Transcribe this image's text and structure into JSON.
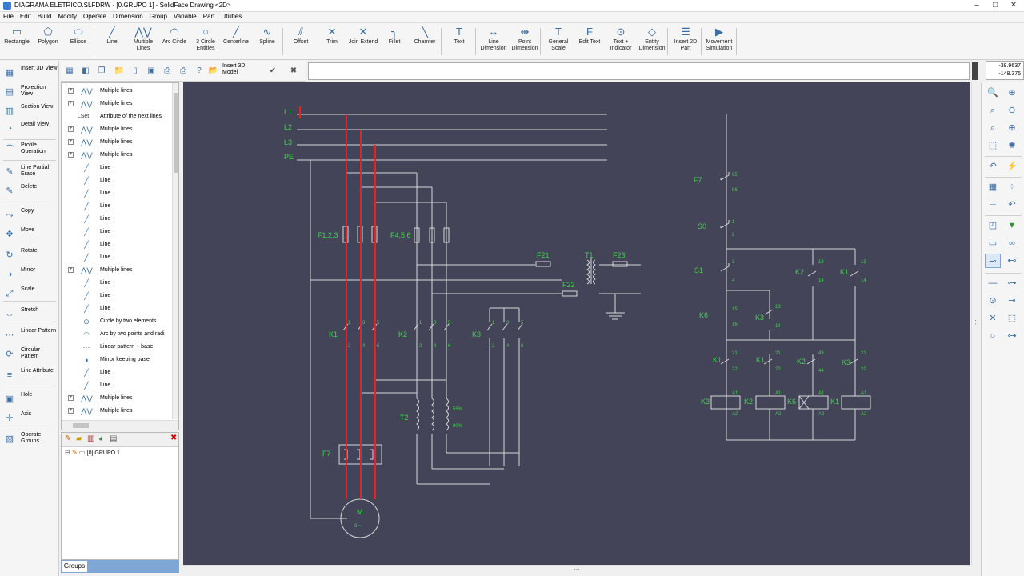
{
  "window": {
    "title": "DIAGRAMA ELETRICO.SLFDRW - [0.GRUPO 1] - SolidFace Drawing <2D>"
  },
  "menu": [
    "File",
    "Edit",
    "Build",
    "Modify",
    "Operate",
    "Dimension",
    "Group",
    "Variable",
    "Part",
    "Utilities"
  ],
  "toolbar": [
    {
      "label": "Rectangle",
      "icon": "rectangle-icon",
      "glyph": "▭"
    },
    {
      "label": "Polygon",
      "icon": "polygon-icon",
      "glyph": "⬠"
    },
    {
      "label": "Ellipse",
      "icon": "ellipse-icon",
      "glyph": "⬭"
    },
    {
      "label": "Line",
      "icon": "line-icon",
      "glyph": "╱"
    },
    {
      "label": "Multiple Lines",
      "icon": "multiple-lines-icon",
      "glyph": "⋀⋁"
    },
    {
      "label": "Arc Circle",
      "icon": "arc-circle-icon",
      "glyph": "◠"
    },
    {
      "label": "3 Circle Entities",
      "icon": "three-circle-icon",
      "glyph": "○"
    },
    {
      "label": "Centerline",
      "icon": "centerline-icon",
      "glyph": "╱"
    },
    {
      "label": "Spline",
      "icon": "spline-icon",
      "glyph": "∿"
    },
    {
      "label": "Offset",
      "icon": "offset-icon",
      "glyph": "⫽"
    },
    {
      "label": "Trim",
      "icon": "trim-icon",
      "glyph": "✕"
    },
    {
      "label": "Join Extend",
      "icon": "join-extend-icon",
      "glyph": "✕"
    },
    {
      "label": "Fillet",
      "icon": "fillet-icon",
      "glyph": "╮"
    },
    {
      "label": "Chamfer",
      "icon": "chamfer-icon",
      "glyph": "╲"
    },
    {
      "label": "Text",
      "icon": "text-icon",
      "glyph": "T"
    },
    {
      "label": "Line Dimension",
      "icon": "line-dimension-icon",
      "glyph": "↔"
    },
    {
      "label": "Point Dimension",
      "icon": "point-dimension-icon",
      "glyph": "⇹"
    },
    {
      "label": "General Scale",
      "icon": "general-scale-icon",
      "glyph": "T"
    },
    {
      "label": "Edit Text",
      "icon": "edit-text-icon",
      "glyph": "F"
    },
    {
      "label": "Text + Indicator",
      "icon": "text-indicator-icon",
      "glyph": "⊙"
    },
    {
      "label": "Entity Dimension",
      "icon": "entity-dimension-icon",
      "glyph": "◇"
    },
    {
      "label": "Insert 2D Part",
      "icon": "insert-2d-part-icon",
      "glyph": "☰"
    },
    {
      "label": "Movement Simulation",
      "icon": "movement-simulation-icon",
      "glyph": "▶"
    }
  ],
  "left_tools": [
    {
      "label": "Insert 3D View",
      "icon": "insert-3d-view-icon",
      "glyph": "▦"
    },
    {
      "label": "Projection View",
      "icon": "projection-view-icon",
      "glyph": "▤"
    },
    {
      "label": "Section View",
      "icon": "section-view-icon",
      "glyph": "▥"
    },
    {
      "label": "Detail View",
      "icon": "detail-view-icon",
      "glyph": "◔"
    },
    {
      "label": "Profile Operation",
      "icon": "profile-operation-icon",
      "glyph": "⌒"
    },
    {
      "label": "Line Partial Erase",
      "icon": "line-partial-erase-icon",
      "glyph": "✎"
    },
    {
      "label": "Delete",
      "icon": "delete-icon",
      "glyph": "✎"
    },
    {
      "label": "Copy",
      "icon": "copy-icon",
      "glyph": "⤳"
    },
    {
      "label": "Move",
      "icon": "move-icon",
      "glyph": "✥"
    },
    {
      "label": "Rotate",
      "icon": "rotate-icon",
      "glyph": "↻"
    },
    {
      "label": "Mirror",
      "icon": "mirror-icon",
      "glyph": "◑"
    },
    {
      "label": "Scale",
      "icon": "scale-icon",
      "glyph": "⤢"
    },
    {
      "label": "Stretch",
      "icon": "stretch-icon",
      "glyph": "⇔"
    },
    {
      "label": "Linear Pattern",
      "icon": "linear-pattern-icon",
      "glyph": "⋯"
    },
    {
      "label": "Circular Pattern",
      "icon": "circular-pattern-icon",
      "glyph": "⟳"
    },
    {
      "label": "Line Attribute",
      "icon": "line-attribute-icon",
      "glyph": "≡"
    },
    {
      "label": "Hole",
      "icon": "hole-icon",
      "glyph": "▣"
    },
    {
      "label": "Axis",
      "icon": "axis-icon",
      "glyph": "✛"
    },
    {
      "label": "Operate Groups",
      "icon": "operate-groups-icon",
      "glyph": "▧"
    }
  ],
  "secondary_toolbar": {
    "insert_3d_model": "Insert 3D Model"
  },
  "tree": [
    {
      "exp": true,
      "icon": "multiple-lines-icon",
      "glyph": "⋀⋁",
      "label": "Multiple lines"
    },
    {
      "exp": true,
      "icon": "multiple-lines-icon",
      "glyph": "⋀⋁",
      "label": "Multiple lines"
    },
    {
      "exp": false,
      "icon": "lset-icon",
      "glyph": "LSet",
      "label": "Attribute of the next lines"
    },
    {
      "exp": true,
      "icon": "multiple-lines-icon",
      "glyph": "⋀⋁",
      "label": "Multiple lines"
    },
    {
      "exp": true,
      "icon": "multiple-lines-icon",
      "glyph": "⋀⋁",
      "label": "Multiple lines"
    },
    {
      "exp": true,
      "icon": "multiple-lines-icon",
      "glyph": "⋀⋁",
      "label": "Multiple lines"
    },
    {
      "exp": false,
      "icon": "line-icon",
      "glyph": "╱",
      "label": "Line"
    },
    {
      "exp": false,
      "icon": "line-icon",
      "glyph": "╱",
      "label": "Line"
    },
    {
      "exp": false,
      "icon": "line-icon",
      "glyph": "╱",
      "label": "Line"
    },
    {
      "exp": false,
      "icon": "line-icon",
      "glyph": "╱",
      "label": "Line"
    },
    {
      "exp": false,
      "icon": "line-icon",
      "glyph": "╱",
      "label": "Line"
    },
    {
      "exp": false,
      "icon": "line-icon",
      "glyph": "╱",
      "label": "Line"
    },
    {
      "exp": false,
      "icon": "line-icon",
      "glyph": "╱",
      "label": "Line"
    },
    {
      "exp": false,
      "icon": "line-icon",
      "glyph": "╱",
      "label": "Line"
    },
    {
      "exp": true,
      "icon": "multiple-lines-icon",
      "glyph": "⋀⋁",
      "label": "Multiple lines"
    },
    {
      "exp": false,
      "icon": "line-icon",
      "glyph": "╱",
      "label": "Line"
    },
    {
      "exp": false,
      "icon": "line-icon",
      "glyph": "╱",
      "label": "Line"
    },
    {
      "exp": false,
      "icon": "line-icon",
      "glyph": "╱",
      "label": "Line"
    },
    {
      "exp": false,
      "icon": "circle-icon",
      "glyph": "⊙",
      "label": "Circle by two elements"
    },
    {
      "exp": false,
      "icon": "arc-icon",
      "glyph": "◠",
      "label": "Arc by two points and radi"
    },
    {
      "exp": false,
      "icon": "linear-pattern-icon",
      "glyph": "⋯",
      "label": "Linear pattern + base"
    },
    {
      "exp": false,
      "icon": "mirror-icon",
      "glyph": "◑",
      "label": "Mirror keeping base"
    },
    {
      "exp": false,
      "icon": "line-icon",
      "glyph": "╱",
      "label": "Line"
    },
    {
      "exp": false,
      "icon": "line-icon",
      "glyph": "╱",
      "label": "Line"
    },
    {
      "exp": true,
      "icon": "multiple-lines-icon",
      "glyph": "⋀⋁",
      "label": "Multiple lines"
    },
    {
      "exp": true,
      "icon": "multiple-lines-icon",
      "glyph": "⋀⋁",
      "label": "Multiple lines"
    }
  ],
  "groups": {
    "item": "[0] GRUPO 1",
    "tab": "Groups"
  },
  "coords": {
    "x": "-38.9637",
    "y": "-148.375"
  },
  "diagram": {
    "phases": [
      "L1",
      "L2",
      "L3",
      "PE"
    ],
    "fuses1": "F1,2,3",
    "fuses2": "F4,5,6",
    "f21": "F21",
    "f22": "F22",
    "f23": "F23",
    "t1": "T1",
    "t2": "T2",
    "k1": "K1",
    "k2": "K2",
    "k3": "K3",
    "pin1": "1",
    "pin3": "3",
    "pin5": "5",
    "pin2": "2",
    "pin4": "4",
    "pin6": "6",
    "pct55": "55%",
    "pct90": "90%",
    "f7": "F7",
    "motor": "M",
    "motor_sub": "3 ~",
    "s0": "S0",
    "s1": "S1",
    "k6": "K6",
    "c95": "95",
    "c96": "96",
    "c13": "13",
    "c14": "14",
    "c15": "15",
    "c16": "16",
    "c21": "21",
    "c22": "22",
    "c43": "43",
    "c44": "44",
    "a1": "A1",
    "a2": "A2"
  }
}
